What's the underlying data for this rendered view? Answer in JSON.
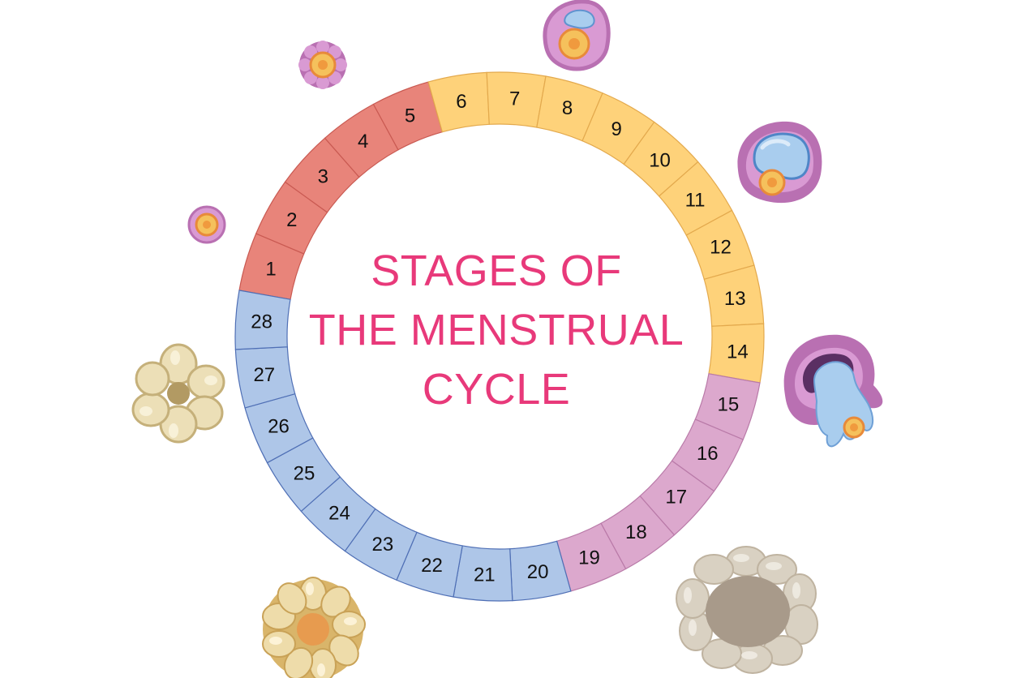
{
  "title": {
    "line1": "STAGES OF",
    "line2": "THE MENSTRUAL",
    "line3": "CYCLE"
  },
  "cycle": {
    "days": [
      {
        "label": "1",
        "phase": "menstrual"
      },
      {
        "label": "2",
        "phase": "menstrual"
      },
      {
        "label": "3",
        "phase": "menstrual"
      },
      {
        "label": "4",
        "phase": "menstrual"
      },
      {
        "label": "5",
        "phase": "menstrual"
      },
      {
        "label": "6",
        "phase": "follicular"
      },
      {
        "label": "7",
        "phase": "follicular"
      },
      {
        "label": "8",
        "phase": "follicular"
      },
      {
        "label": "9",
        "phase": "follicular"
      },
      {
        "label": "10",
        "phase": "follicular"
      },
      {
        "label": "11",
        "phase": "follicular"
      },
      {
        "label": "12",
        "phase": "follicular"
      },
      {
        "label": "13",
        "phase": "follicular"
      },
      {
        "label": "14",
        "phase": "follicular"
      },
      {
        "label": "15",
        "phase": "ovulation"
      },
      {
        "label": "16",
        "phase": "ovulation"
      },
      {
        "label": "17",
        "phase": "ovulation"
      },
      {
        "label": "18",
        "phase": "ovulation"
      },
      {
        "label": "19",
        "phase": "ovulation"
      },
      {
        "label": "20",
        "phase": "luteal"
      },
      {
        "label": "21",
        "phase": "luteal"
      },
      {
        "label": "22",
        "phase": "luteal"
      },
      {
        "label": "23",
        "phase": "luteal"
      },
      {
        "label": "24",
        "phase": "luteal"
      },
      {
        "label": "25",
        "phase": "luteal"
      },
      {
        "label": "26",
        "phase": "luteal"
      },
      {
        "label": "27",
        "phase": "luteal"
      },
      {
        "label": "28",
        "phase": "luteal"
      }
    ],
    "phase_colors": {
      "menstrual": "#e8847a",
      "follicular": "#fed27a",
      "ovulation": "#dca8cd",
      "luteal": "#aec6e8"
    },
    "phase_stroke_colors": {
      "menstrual": "#c95a52",
      "follicular": "#e3a94d",
      "ovulation": "#b97aa8",
      "luteal": "#4f6fb5"
    }
  },
  "colors": {
    "title": "#e8397a",
    "follicle_purple": "#b970b2",
    "follicle_pink": "#d99ad3",
    "egg_yellow": "#f5c15c",
    "egg_orange": "#f09a3e",
    "fluid_blue": "#a9cdee",
    "corpus_luteum": "#eedcaa",
    "corpus_center": "#e79b4f",
    "corpus_albicans": "#d9d1c2",
    "corpus_albicans_center": "#a89a8a"
  },
  "illustrations": [
    {
      "id": "primordial-follicle",
      "icon": "small-follicle-icon"
    },
    {
      "id": "primary-follicle",
      "icon": "primary-follicle-icon"
    },
    {
      "id": "secondary-follicle",
      "icon": "secondary-follicle-icon"
    },
    {
      "id": "graafian-follicle",
      "icon": "graafian-follicle-icon"
    },
    {
      "id": "ovulation",
      "icon": "ruptured-follicle-icon"
    },
    {
      "id": "corpus-albicans",
      "icon": "corpus-albicans-icon"
    },
    {
      "id": "corpus-luteum-large",
      "icon": "corpus-luteum-icon"
    },
    {
      "id": "corpus-luteum-small",
      "icon": "regressing-corpus-luteum-icon"
    }
  ]
}
